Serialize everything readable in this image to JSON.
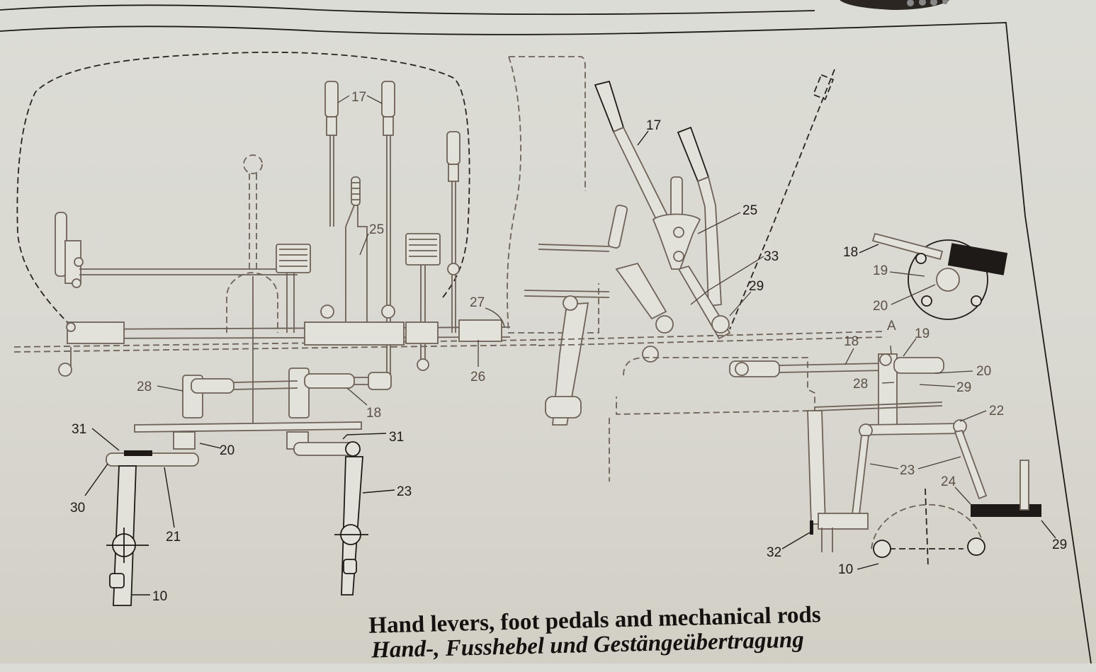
{
  "figure": {
    "caption_en": "Hand levers, foot pedals and mechanical rods",
    "caption_de": "Hand-, Fusshebel und Gestängeübertragung",
    "callout_marker": "A"
  },
  "left_view": {
    "callouts": [
      {
        "id": "l-17",
        "label": "17",
        "part": "hand lever"
      },
      {
        "id": "l-25",
        "label": "25"
      },
      {
        "id": "l-27",
        "label": "27"
      },
      {
        "id": "l-26",
        "label": "26"
      },
      {
        "id": "l-28",
        "label": "28"
      },
      {
        "id": "l-18",
        "label": "18"
      },
      {
        "id": "l-31a",
        "label": "31"
      },
      {
        "id": "l-31b",
        "label": "31"
      },
      {
        "id": "l-20",
        "label": "20"
      },
      {
        "id": "l-30",
        "label": "30"
      },
      {
        "id": "l-21",
        "label": "21"
      },
      {
        "id": "l-23",
        "label": "23"
      },
      {
        "id": "l-10",
        "label": "10"
      }
    ]
  },
  "middle_view": {
    "callouts": [
      {
        "id": "m-17",
        "label": "17"
      },
      {
        "id": "m-25",
        "label": "25"
      },
      {
        "id": "m-33",
        "label": "33"
      },
      {
        "id": "m-29",
        "label": "29"
      }
    ]
  },
  "right_view": {
    "callouts": [
      {
        "id": "r-18a",
        "label": "18"
      },
      {
        "id": "r-19a",
        "label": "19"
      },
      {
        "id": "r-20a",
        "label": "20"
      },
      {
        "id": "r-18b",
        "label": "18"
      },
      {
        "id": "r-19b",
        "label": "19"
      },
      {
        "id": "r-20b",
        "label": "20"
      },
      {
        "id": "r-28",
        "label": "28"
      },
      {
        "id": "r-29a",
        "label": "29"
      },
      {
        "id": "r-22",
        "label": "22"
      },
      {
        "id": "r-23",
        "label": "23"
      },
      {
        "id": "r-24",
        "label": "24"
      },
      {
        "id": "r-32",
        "label": "32"
      },
      {
        "id": "r-10",
        "label": "10"
      },
      {
        "id": "r-29b",
        "label": "29"
      }
    ]
  },
  "colors": {
    "paper": "#dcdcd6",
    "ink_faded": "#6e6258",
    "ink_dark": "#1e1a17"
  }
}
